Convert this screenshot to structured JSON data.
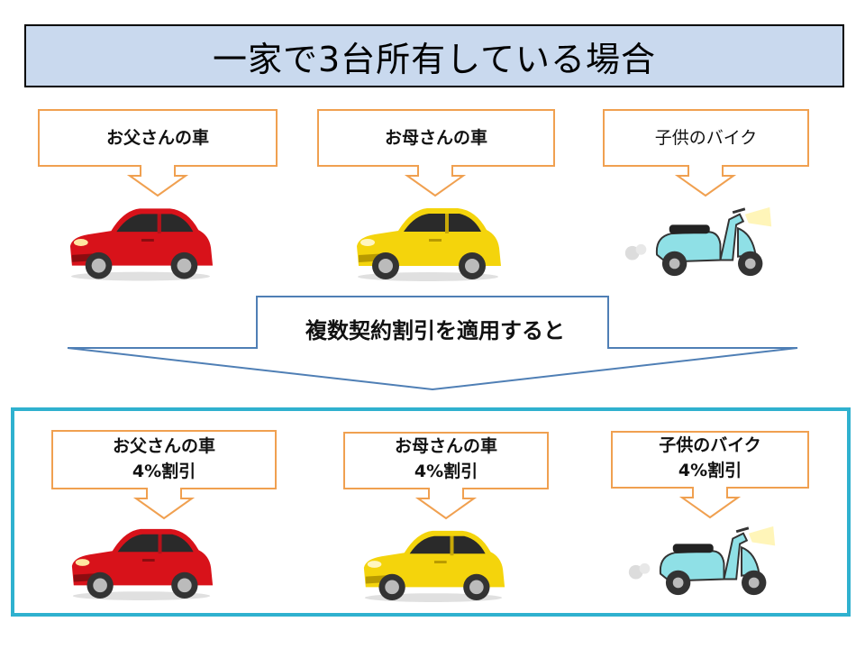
{
  "title": "一家で3台所有している場合",
  "top_labels": {
    "father": "お父さんの車",
    "mother": "お母さんの車",
    "child": "子供のバイク"
  },
  "arrow_label": "複数契約割引を適用すると",
  "bottom_labels": {
    "father": {
      "name": "お父さんの車",
      "discount": "4%割引"
    },
    "mother": {
      "name": "お母さんの車",
      "discount": "4%割引"
    },
    "child": {
      "name": "子供のバイク",
      "discount": "4%割引"
    }
  },
  "colors": {
    "title_bg": "#c9d9ee",
    "callout_border": "#f0a050",
    "frame_border": "#2fb1cf",
    "arrow_border": "#4f7fb5",
    "car_red": "#d8121a",
    "car_yellow": "#f4d40c",
    "scooter": "#8fe0e6"
  }
}
